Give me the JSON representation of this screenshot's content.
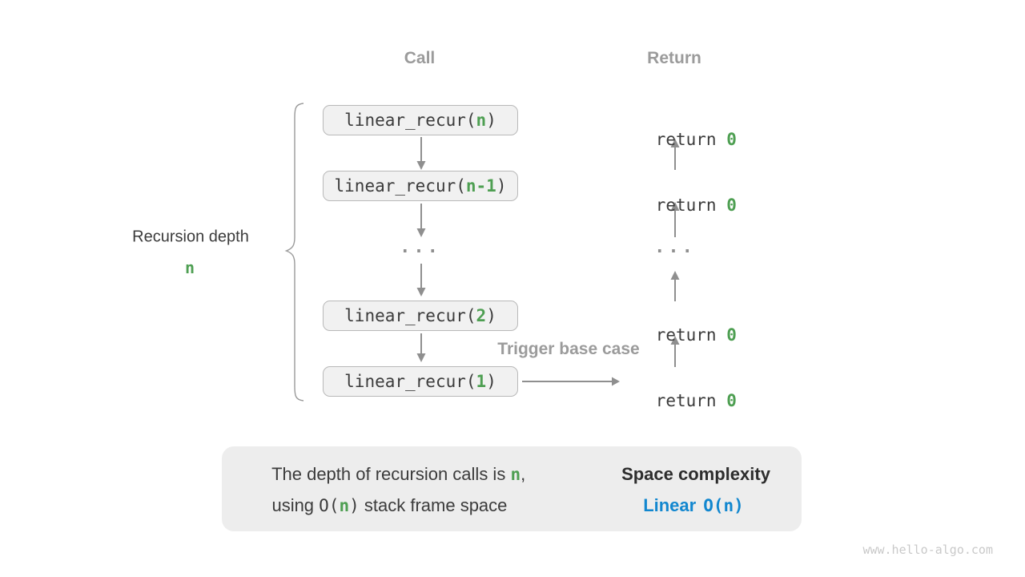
{
  "diagram": {
    "headers": {
      "call": "Call",
      "return": "Return"
    },
    "ellipsis": "...",
    "call_boxes": [
      {
        "pre": "linear_recur(",
        "arg": "n",
        "post": ")"
      },
      {
        "pre": "linear_recur(",
        "arg": "n-1",
        "post": ")"
      },
      {
        "pre": "linear_recur(",
        "arg": "2",
        "post": ")"
      },
      {
        "pre": "linear_recur(",
        "arg": "1",
        "post": ")"
      }
    ],
    "return_rows": [
      {
        "keyword": "return ",
        "value": "0"
      },
      {
        "keyword": "return ",
        "value": "0"
      },
      {
        "keyword": "return ",
        "value": "0"
      },
      {
        "keyword": "return ",
        "value": "0"
      }
    ],
    "trigger_label": "Trigger base case",
    "depth_label": {
      "text": "Recursion depth",
      "value": "n"
    }
  },
  "summary": {
    "line1_pre": "The depth of recursion calls is ",
    "line1_var": "n",
    "line1_post": ",",
    "line2_pre": "using ",
    "line2_code_open": "O(",
    "line2_code_var": "n",
    "line2_code_close": ")",
    "line2_post": " stack frame space",
    "result_title": "Space complexity",
    "result_name": "Linear",
    "result_notation": "O(n)"
  },
  "watermark": "www.hello-algo.com",
  "colors": {
    "accent_green": "#4e9f52",
    "accent_blue": "#1287cf",
    "muted_gray": "#9b9b9b",
    "arrow_gray": "#8f8f8f",
    "box_fill": "#f1f1f1",
    "summary_fill": "#ededed"
  }
}
